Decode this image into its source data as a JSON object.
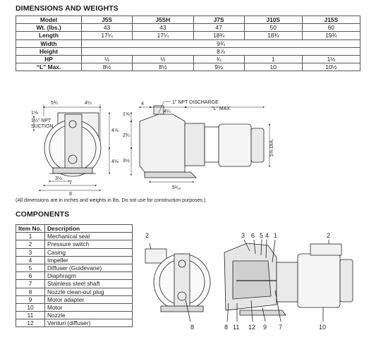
{
  "dimensions": {
    "title": "DIMENSIONS AND WEIGHTS",
    "header": [
      "Model",
      "J5S",
      "J5SH",
      "J7S",
      "J10S",
      "J15S"
    ],
    "rows": [
      {
        "label": "Wt. (lbs.)",
        "values": [
          "43",
          "43",
          "47",
          "50",
          "60"
        ]
      },
      {
        "label": "Length",
        "values": [
          "17¼",
          "17¼",
          "18¾",
          "18¾",
          "19¾"
        ]
      },
      {
        "label": "Width",
        "span": "9¾"
      },
      {
        "label": "Height",
        "span": "8⅞"
      },
      {
        "label": "HP",
        "values": [
          "½",
          "½",
          "¾",
          "1",
          "1½"
        ]
      },
      {
        "label": "“L” Max.",
        "values": [
          "8½",
          "8½",
          "9½",
          "10",
          "10½"
        ]
      }
    ]
  },
  "drawing": {
    "front": {
      "top_width": "5¾",
      "top_right": "4¼",
      "suction": "1¼\" NPT\nSUCTION",
      "left_dim": "1⅝",
      "right_upper": "4⅞",
      "right_lower": "4⅛",
      "bottom_a": "3½",
      "bottom_b": "7",
      "bottom_c": "8"
    },
    "side": {
      "discharge": "1\" NPT DISCHARGE",
      "top_a": "4",
      "top_b": "4¼",
      "l_max": "\"L\" MAX.",
      "left_a": "1⅝",
      "left_b": "2¾",
      "left_c": "3½",
      "dia": "5⅝ DIA.",
      "base": "5¹⁄₁₆"
    }
  },
  "note": "(All dimensions are in inches and weights in lbs. Do not use for construction purposes.)",
  "components": {
    "title": "COMPONENTS",
    "header": [
      "Item No.",
      "Description"
    ],
    "rows": [
      [
        "1",
        "Mechanical seal"
      ],
      [
        "2",
        "Pressure switch"
      ],
      [
        "3",
        "Casing"
      ],
      [
        "4",
        "Impeller"
      ],
      [
        "5",
        "Diffuser (Guidevane)"
      ],
      [
        "6",
        "Diaphragm"
      ],
      [
        "7",
        "Stainless steel shaft"
      ],
      [
        "8",
        "Nozzle clean-out plug"
      ],
      [
        "9",
        "Motor adapter"
      ],
      [
        "10",
        "Motor"
      ],
      [
        "11",
        "Nozzle"
      ],
      [
        "12",
        "Venturi (diffuser)"
      ]
    ]
  },
  "callouts": {
    "front_top": "2",
    "front_bottom": "8",
    "section_top": [
      "3",
      "6",
      "5",
      "4",
      "1"
    ],
    "motor_top": "2",
    "section_bottom": [
      "8",
      "11",
      "12",
      "9",
      "7"
    ],
    "motor_bottom": "10"
  }
}
